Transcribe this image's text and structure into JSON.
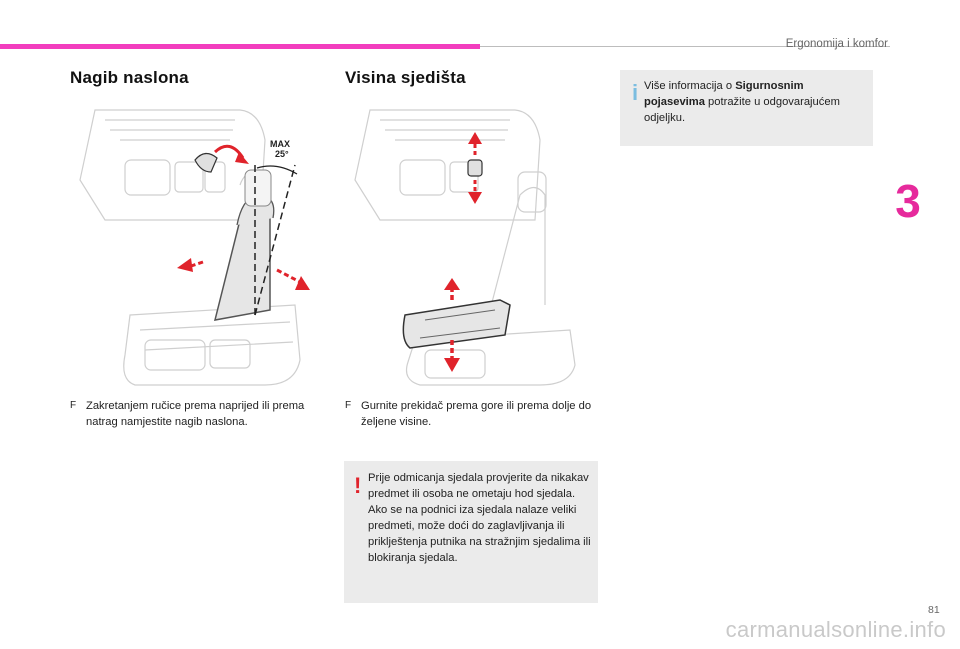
{
  "header": {
    "section_title": "Ergonomija i komfor",
    "chapter": "3",
    "page_number": "81"
  },
  "left": {
    "heading": "Nagib naslona",
    "angle_label_1": "MAX",
    "angle_label_2": "25°",
    "bullet_mark": "F",
    "bullet_text": "Zakretanjem ručice prema naprijed ili prema natrag namjestite nagib naslona."
  },
  "middle": {
    "heading": "Visina sjedišta",
    "bullet_mark": "F",
    "bullet_text": "Gurnite prekidač prema gore ili prema dolje do željene visine.",
    "warning": {
      "icon": "!",
      "line1": "Prije odmicanja sjedala provjerite da nikakav predmet ili osoba ne ometaju hod sjedala.",
      "line2": "Ako se na podnici iza sjedala nalaze veliki predmeti, može doći do zaglavljivanja ili priklještenja putnika na stražnjim sjedalima ili blokiranja sjedala."
    }
  },
  "right": {
    "info": {
      "icon": "i",
      "text_before": "Više informacija o ",
      "text_bold": "Sigurnosnim pojasevima",
      "text_after": " potražite u odgovarajućem odjeljku."
    }
  },
  "footer": {
    "watermark": "carmanualsonline.info"
  },
  "colors": {
    "accent_pink": "#f23dbe",
    "arrow_red": "#e0232b",
    "info_blue": "#7bbde0",
    "note_bg": "#ebebeb"
  }
}
